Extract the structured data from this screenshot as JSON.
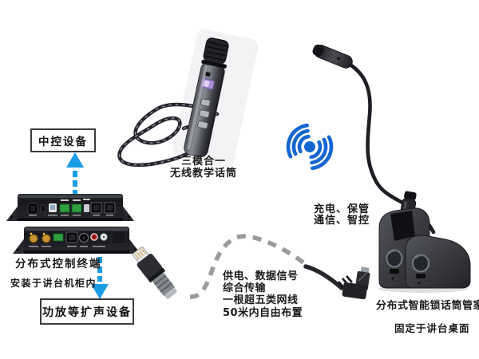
{
  "colors": {
    "arrow_blue": "#199ce3",
    "wifi_blue": "#1467d2",
    "cable_gray": "#9b9b9b",
    "box_border": "#3c3c3c",
    "text": "#1a1a1a",
    "device_black": "#1f2024"
  },
  "boxes": {
    "central_control": "中控设备",
    "amplifier": "功放等扩声设备"
  },
  "terminal": {
    "title": "分布式控制终端",
    "note": "安装于讲台机柜内"
  },
  "handheld_mic": {
    "caption_line1": "三模合一",
    "caption_line2": "无线教学话筒"
  },
  "dock": {
    "features_line1": "充电、保管",
    "features_line2": "通信、智控",
    "title": "分布式智能锁话筒管家",
    "note": "固定于讲台桌面"
  },
  "cable": {
    "line1": "供电、数据信号",
    "line2": "综合传输",
    "line3": "一根超五类网线",
    "line4": "50米内自由布置"
  },
  "icons": {
    "up_arrow": "up-arrow-icon",
    "down_arrow": "down-arrow-icon",
    "wifi": "wifi-signal-icon",
    "rj45_plug": "rj45-connector-icon",
    "elbow_plug": "right-angle-connector-icon"
  }
}
